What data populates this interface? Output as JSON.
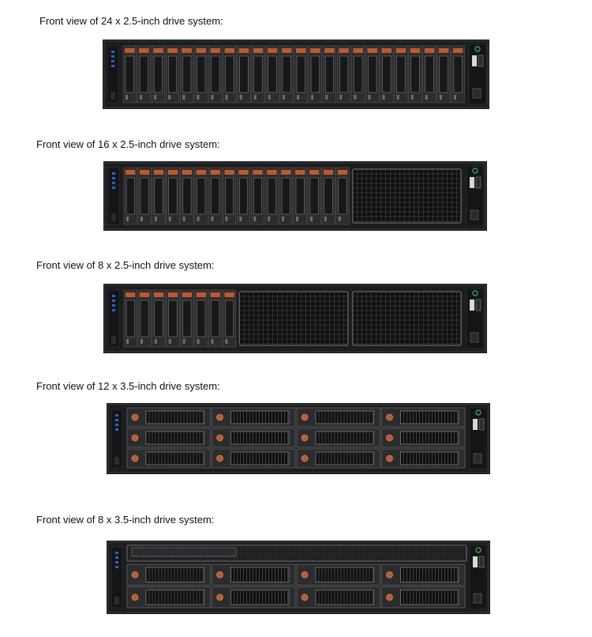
{
  "colors": {
    "background": "#ffffff",
    "chassis": "#1c1d1f",
    "bay": "#2b2c2e",
    "carrier_latch": "#c0582a",
    "status_led": "#2ca24a",
    "ear_accent": "#2a63c8"
  },
  "views": [
    {
      "caption": "Front view of 24 x 2.5-inch drive system:",
      "form": "2.5-inch",
      "drive_count": 24,
      "blank_panels": 0
    },
    {
      "caption": "Front view of 16 x 2.5-inch drive system:",
      "form": "2.5-inch",
      "drive_count": 16,
      "blank_panels": 1
    },
    {
      "caption": "Front view of 8 x 2.5-inch drive system:",
      "form": "2.5-inch",
      "drive_count": 8,
      "blank_panels": 2
    },
    {
      "caption": "Front view of 12 x 3.5-inch drive system:",
      "form": "3.5-inch",
      "drive_count": 12,
      "rows": 3,
      "top_vent": false
    },
    {
      "caption": "Front view of 8 x 3.5-inch drive system:",
      "form": "3.5-inch",
      "drive_count": 8,
      "rows": 2,
      "top_vent": true
    }
  ]
}
